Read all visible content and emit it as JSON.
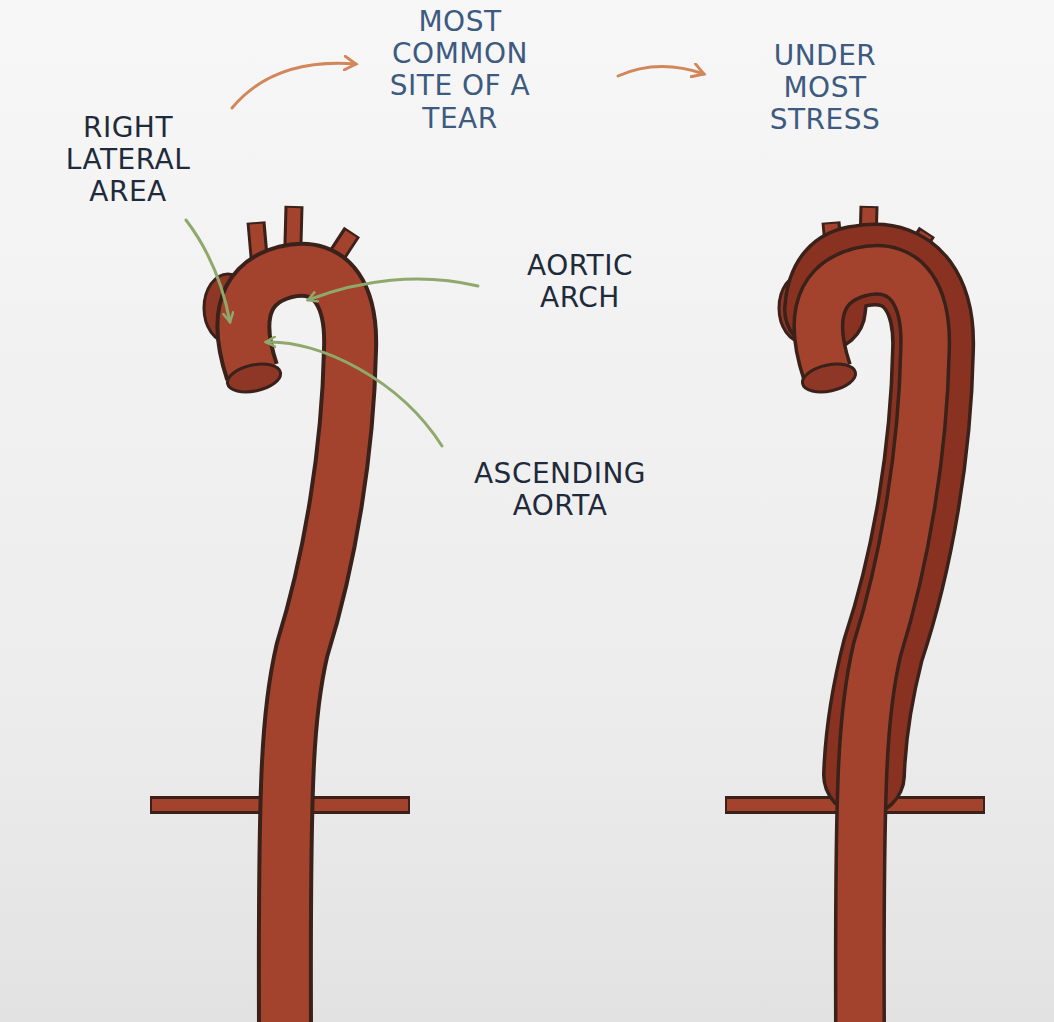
{
  "diagram": {
    "labels": [
      "RIGHT LATERAL AREA",
      "MOST COMMON SITE OF A TEAR",
      "UNDER MOST STRESS",
      "AORTIC ARCH",
      "ASCENDING AORTA"
    ]
  }
}
